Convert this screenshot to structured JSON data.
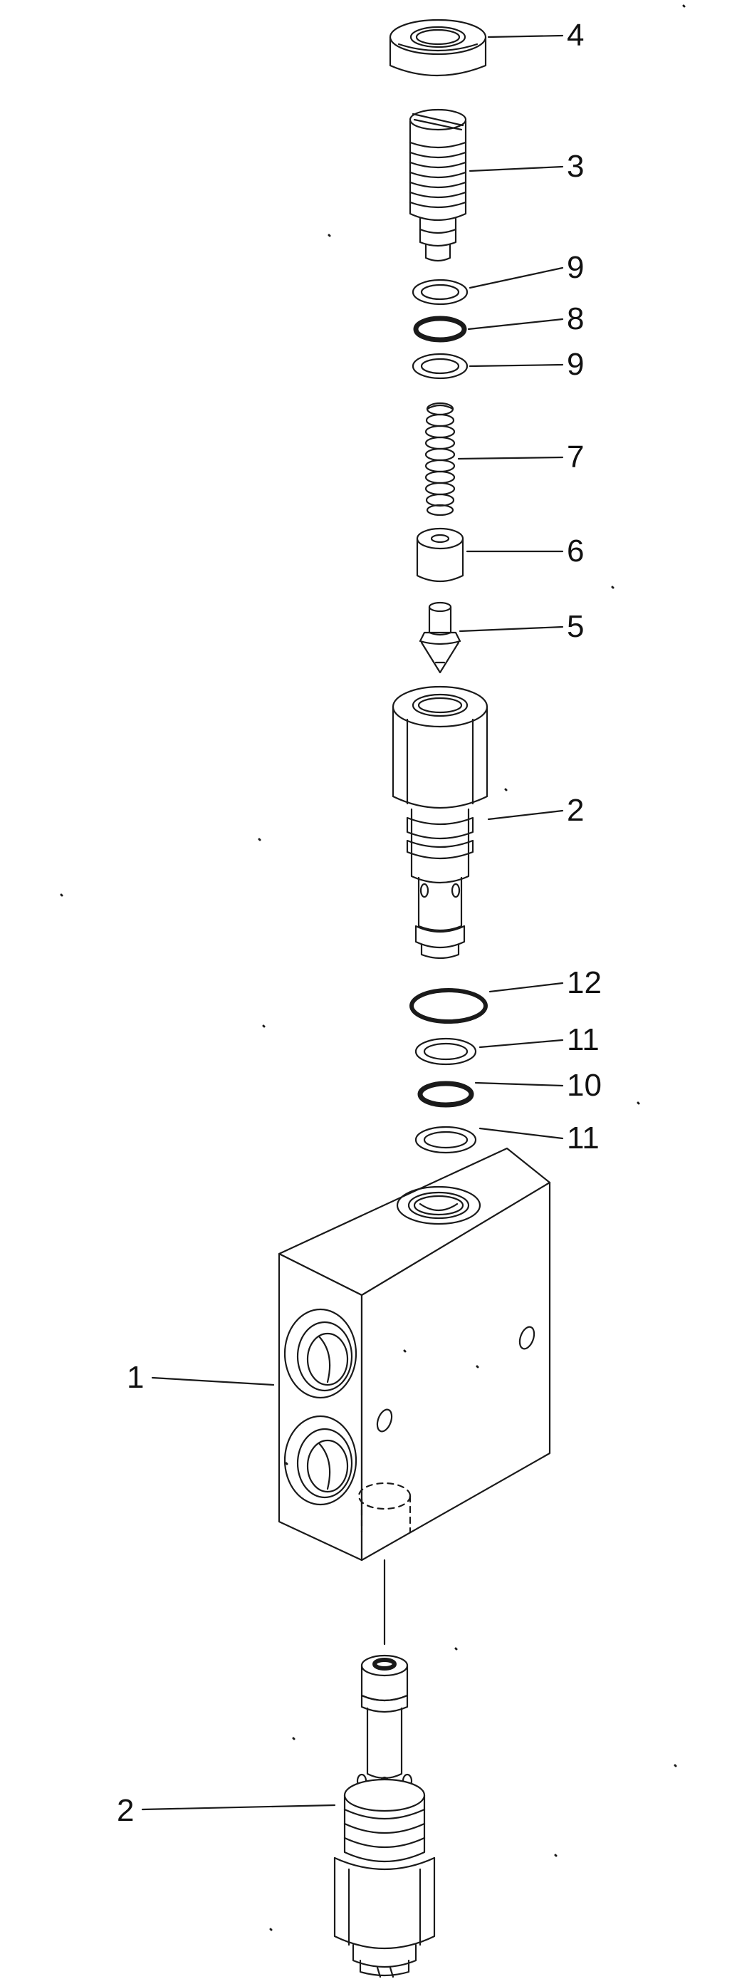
{
  "diagram": {
    "line_color": "#1a1a1a",
    "background": "#ffffff",
    "callouts": [
      {
        "id": "c4",
        "label": "4"
      },
      {
        "id": "c3",
        "label": "3"
      },
      {
        "id": "c9a",
        "label": "9"
      },
      {
        "id": "c8",
        "label": "8"
      },
      {
        "id": "c9b",
        "label": "9"
      },
      {
        "id": "c7",
        "label": "7"
      },
      {
        "id": "c6",
        "label": "6"
      },
      {
        "id": "c5",
        "label": "5"
      },
      {
        "id": "c2a",
        "label": "2"
      },
      {
        "id": "c12",
        "label": "12"
      },
      {
        "id": "c11a",
        "label": "11"
      },
      {
        "id": "c10",
        "label": "10"
      },
      {
        "id": "c11b",
        "label": "11"
      },
      {
        "id": "c1",
        "label": "1"
      },
      {
        "id": "c2b",
        "label": "2"
      }
    ]
  }
}
